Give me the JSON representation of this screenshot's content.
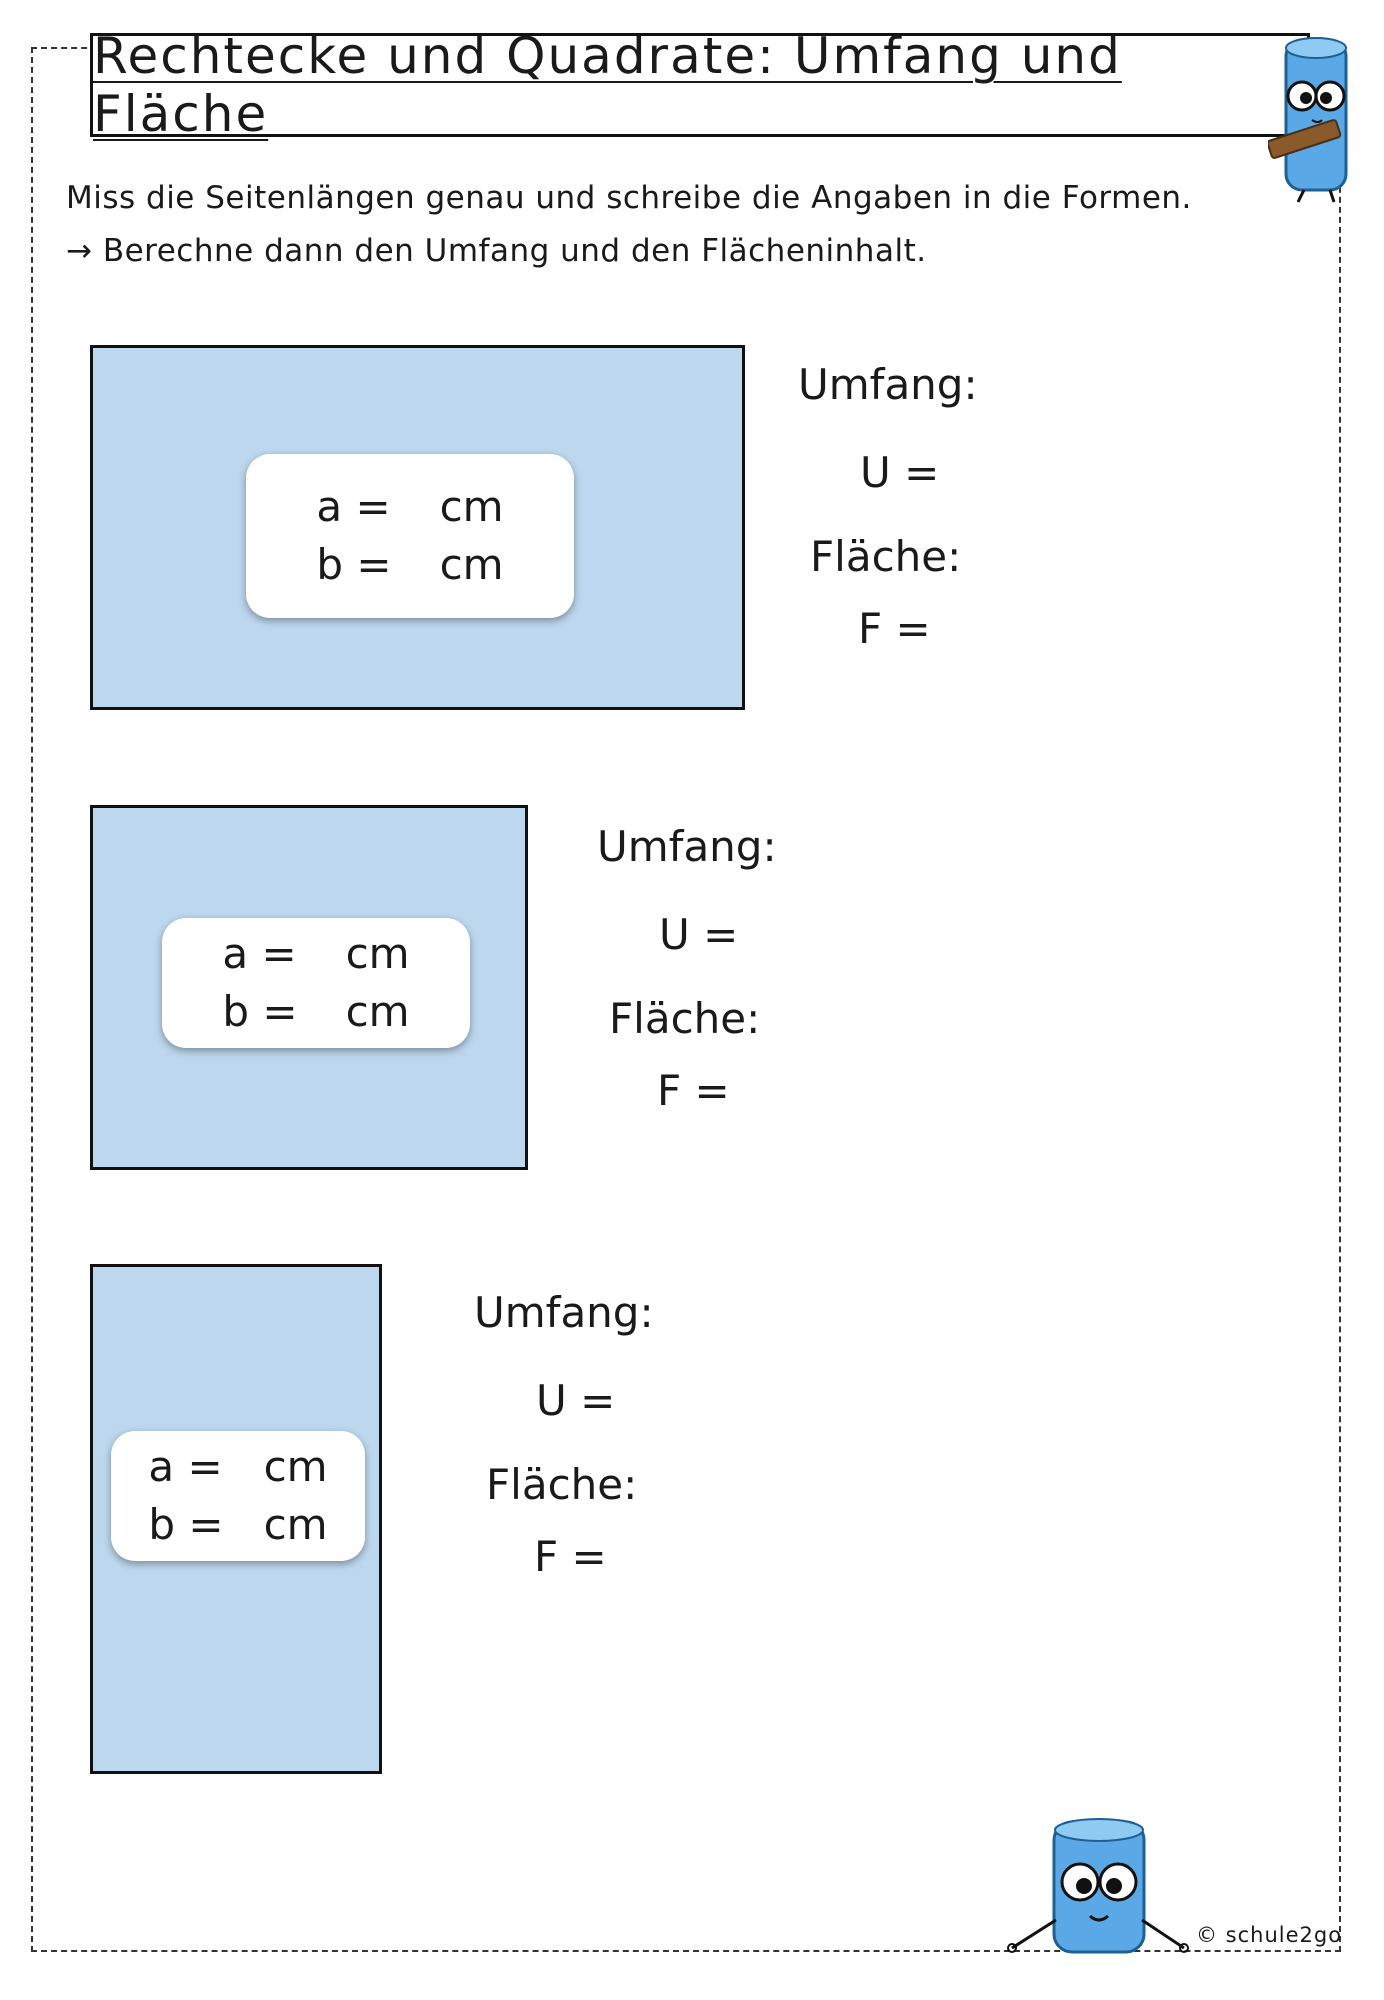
{
  "page": {
    "title": "Rechtecke und Quadrate: Umfang und Fläche",
    "instructions": [
      "Miss die Seitenlängen genau und schreibe die Angaben in die Formen.",
      "→ Berechne dann den Umfang und den Flächeninhalt."
    ],
    "copyright": "© schule2go"
  },
  "shapes": [
    {
      "side_a": "a =",
      "unit_a": "cm",
      "side_b": "b =",
      "unit_b": "cm",
      "umfang_label": "Umfang:",
      "u_label": "U =",
      "flaeche_label": "Fläche:",
      "f_label": "F ="
    },
    {
      "side_a": "a =",
      "unit_a": "cm",
      "side_b": "b =",
      "unit_b": "cm",
      "umfang_label": "Umfang:",
      "u_label": "U =",
      "flaeche_label": "Fläche:",
      "f_label": "F ="
    },
    {
      "side_a": "a =",
      "unit_a": "cm",
      "side_b": "b =",
      "unit_b": "cm",
      "umfang_label": "Umfang:",
      "u_label": "U =",
      "flaeche_label": "Fläche:",
      "f_label": "F ="
    }
  ],
  "colors": {
    "shape_fill": "#bdd7ee",
    "mascot_blue": "#5aa9e6"
  },
  "icons": [
    "ruler-mascot-icon",
    "waving-mascot-icon"
  ]
}
